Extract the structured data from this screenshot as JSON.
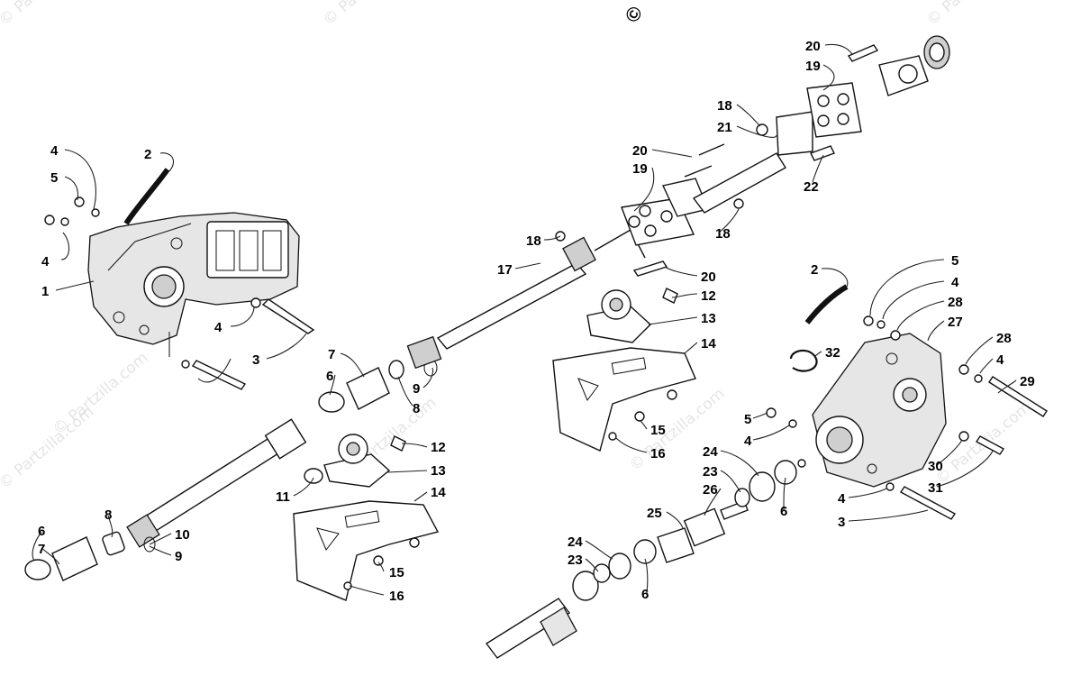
{
  "watermark": {
    "text": "© Partzilla.com",
    "copyright_symbol": "©",
    "color": "#cfcfcf"
  },
  "colors": {
    "line": "#111111",
    "shade": "#cfcfcf",
    "background": "#ffffff"
  },
  "callouts": {
    "left_housing": [
      "4",
      "5",
      "2",
      "4",
      "1",
      "4",
      "3"
    ],
    "front_boot": [
      "7",
      "6",
      "9",
      "8"
    ],
    "upper_shaft": [
      "18",
      "17",
      "20",
      "19",
      "18",
      "20",
      "12",
      "13",
      "14",
      "15",
      "16"
    ],
    "top_coupler": [
      "20",
      "19",
      "18",
      "21",
      "22"
    ],
    "lower_shaft": [
      "6",
      "7",
      "8",
      "10",
      "9",
      "11",
      "12",
      "13",
      "14",
      "15",
      "16"
    ],
    "rear_housing": [
      "2",
      "32",
      "5",
      "4",
      "28",
      "27",
      "28",
      "4",
      "29",
      "5",
      "4",
      "30",
      "31",
      "4",
      "3"
    ],
    "rear_shaft": [
      "24",
      "23",
      "26",
      "25",
      "24",
      "23",
      "6",
      "6"
    ]
  }
}
